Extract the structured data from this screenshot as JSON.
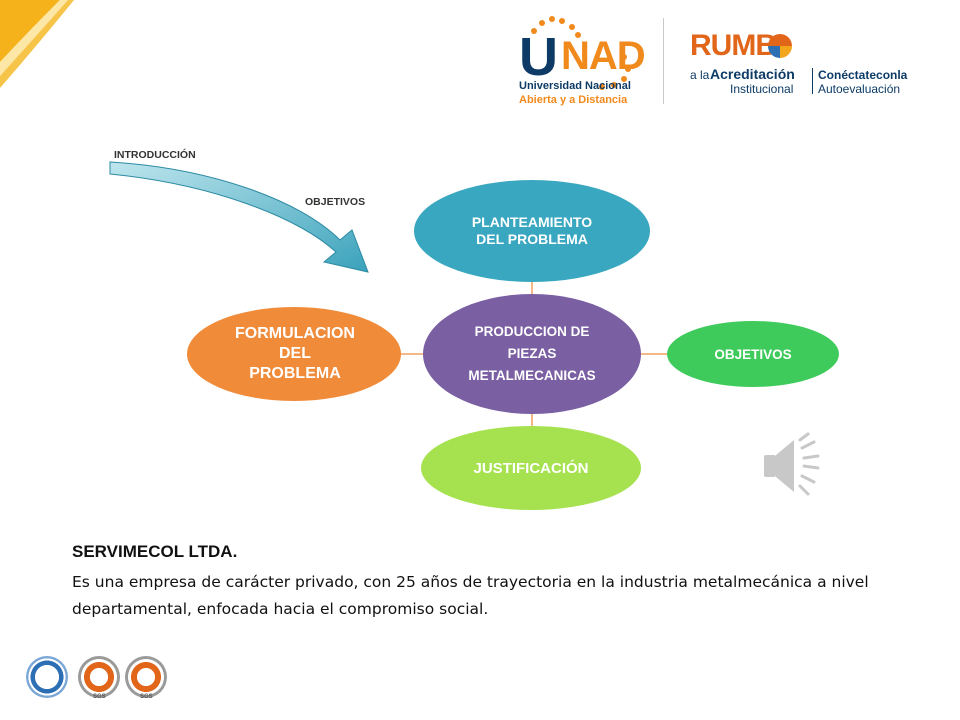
{
  "header": {
    "unad_logo": {
      "letters_main": "U",
      "letters_accent": "NAD",
      "line1": "Universidad Nacional",
      "line2": "Abierta y a Distancia"
    },
    "rumbo_logo": {
      "word": "RUMB",
      "prefix": "a la",
      "accent": "Acreditación",
      "line2": "Institucional",
      "tag1": "Conéctateconla",
      "tag2": "Autoevaluación"
    }
  },
  "diagram": {
    "arrow_labels": {
      "introduccion": "INTRODUCCIÓN",
      "objetivos": "OBJETIVOS"
    },
    "nodes": {
      "center": "PRODUCCION DE\nPIEZAS\nMETALMECANICAS",
      "top": "PLANTEAMIENTO\nDEL PROBLEMA",
      "left": "FORMULACION\nDEL\nPROBLEMA",
      "right": "OBJETIVOS",
      "bottom": "JUSTIFICACIÓN"
    },
    "colors": {
      "center": "#7b5fa3",
      "top": "#3aa7c1",
      "left": "#f08b3a",
      "right": "#3fcb5b",
      "bottom": "#a6e24f",
      "arrow": "#4fb7c9"
    }
  },
  "speaker_icon": "speaker-icon",
  "content": {
    "company": "SERVIMECOL LTDA.",
    "description": "Es una empresa de carácter privado, con 25 años de trayectoria en la industria metalmecánica a nivel departamental, enfocada hacia el compromiso social."
  },
  "footer": {
    "seals": [
      {
        "icon": "colombia-seal-icon"
      },
      {
        "icon": "sgs-certification-icon",
        "label": "SGS"
      },
      {
        "icon": "sgs-certification-icon",
        "label": "SGS"
      }
    ]
  }
}
